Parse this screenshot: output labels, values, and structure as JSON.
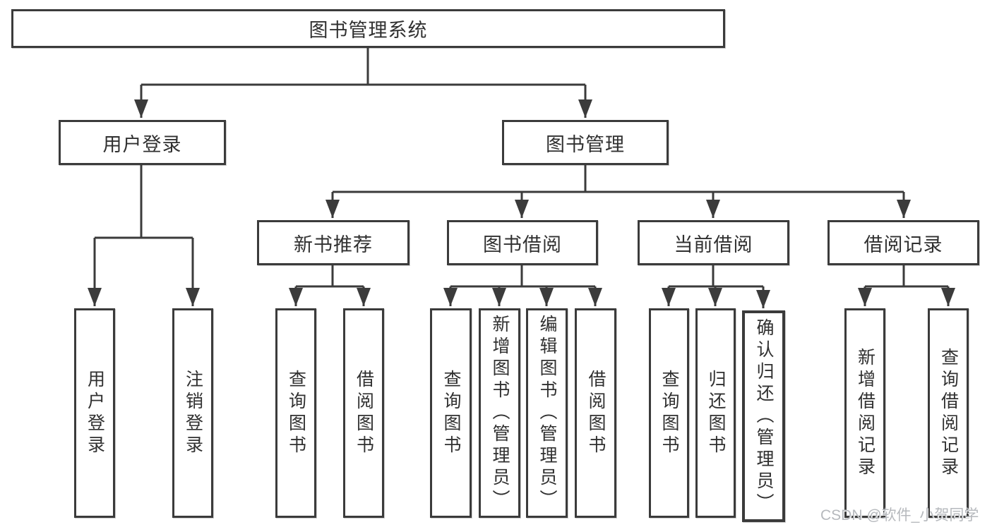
{
  "tree": {
    "root": {
      "label": "图书管理系统",
      "children": [
        {
          "label": "用户登录",
          "children": [
            {
              "label": "用户登录"
            },
            {
              "label": "注销登录"
            }
          ]
        },
        {
          "label": "图书管理",
          "children": [
            {
              "label": "新书推荐",
              "children": [
                {
                  "label": "查询图书"
                },
                {
                  "label": "借阅图书"
                }
              ]
            },
            {
              "label": "图书借阅",
              "children": [
                {
                  "label": "查询图书"
                },
                {
                  "label": "新增图书（管理员）"
                },
                {
                  "label": "编辑图书（管理员）"
                },
                {
                  "label": "借阅图书"
                }
              ]
            },
            {
              "label": "当前借阅",
              "children": [
                {
                  "label": "查询图书"
                },
                {
                  "label": "归还图书"
                },
                {
                  "label": "确认归还（管理员）"
                }
              ]
            },
            {
              "label": "借阅记录",
              "children": [
                {
                  "label": "新增借阅记录"
                },
                {
                  "label": "查询借阅记录"
                }
              ]
            }
          ]
        }
      ]
    }
  },
  "watermark": {
    "text": "CSDN @软件_小贺同学"
  },
  "colors": {
    "line": "#3b3b3b",
    "box_border": "#3b3b3b",
    "text": "#303030",
    "watermark": "#b6b9bd",
    "background": "#ffffff"
  }
}
